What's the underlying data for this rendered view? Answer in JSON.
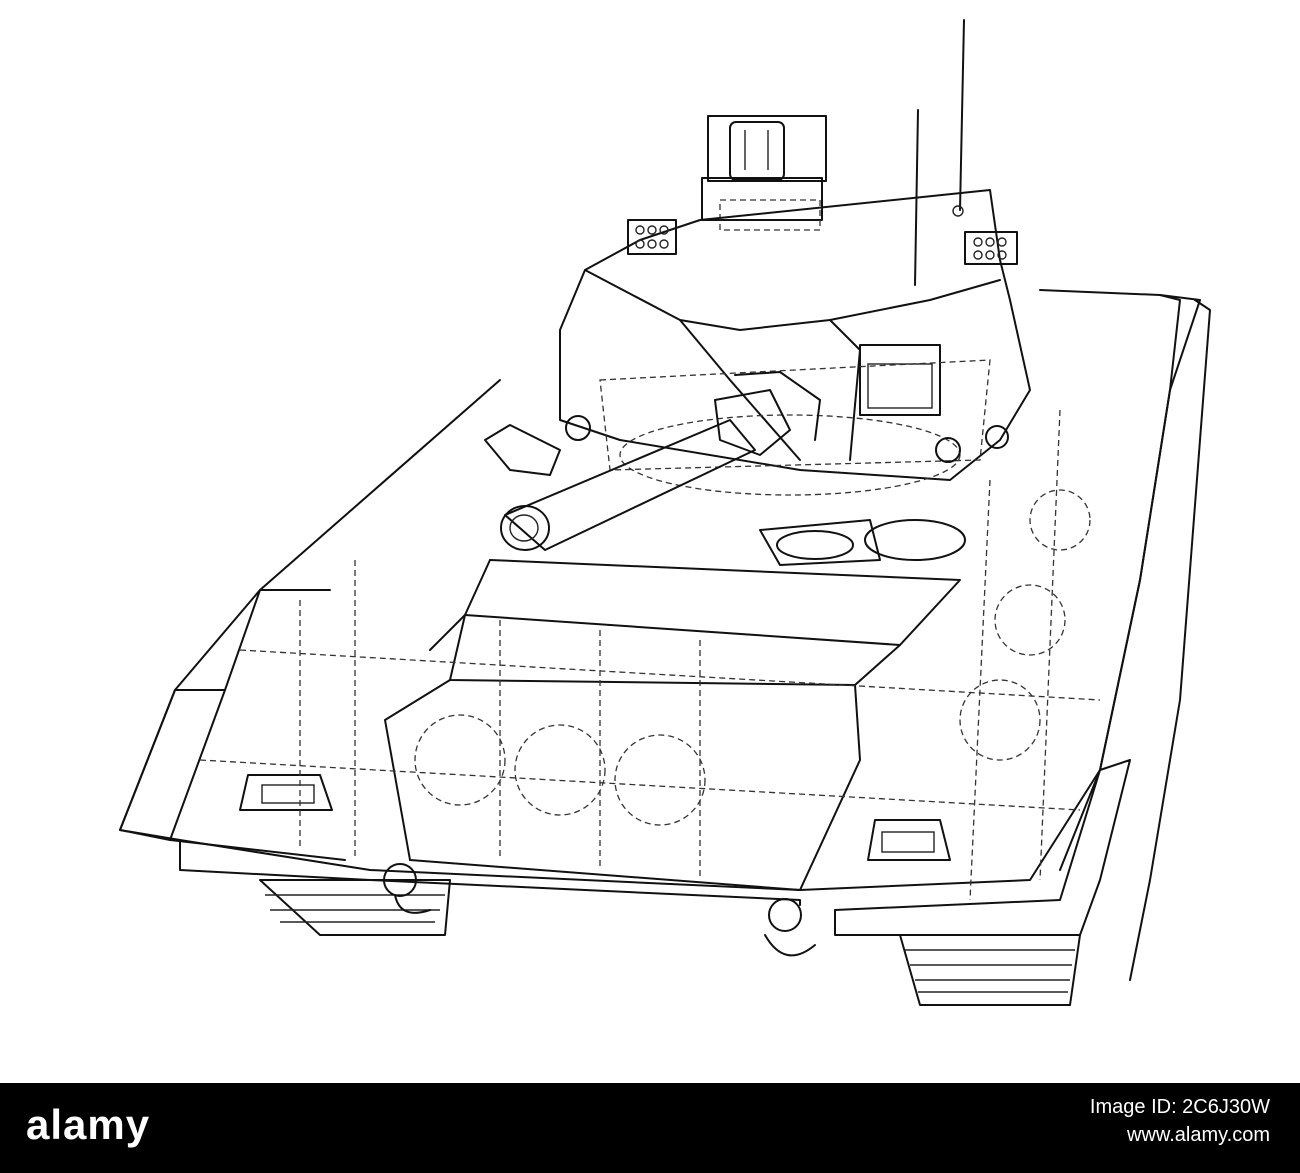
{
  "footer": {
    "brand": "alamy",
    "image_id_label": "Image ID: 2C6J30W",
    "image_id_value": "",
    "site_url": "www.alamy.com"
  },
  "colors": {
    "footer_background": "#000000",
    "footer_text": "#ffffff",
    "line": "#111111",
    "background": "#ffffff"
  }
}
